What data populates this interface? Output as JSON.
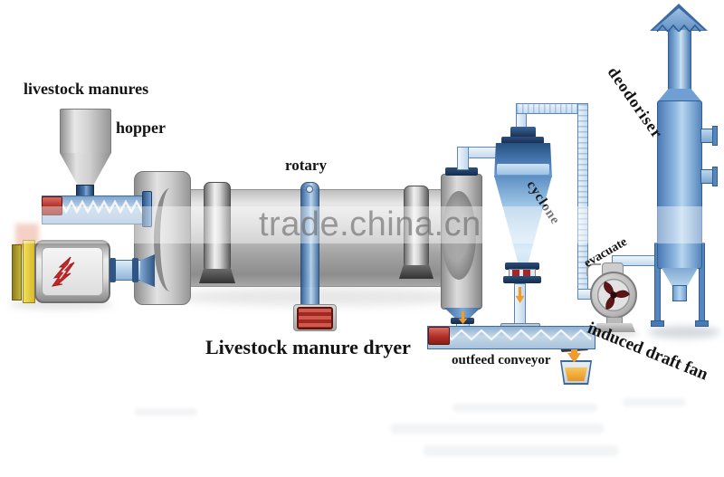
{
  "page": {
    "title": "Livestock manure dryer",
    "watermark": "trade.china.cn"
  },
  "labels": {
    "feed": "livestock manures",
    "hopper": "hopper",
    "rotary": "rotary",
    "cyclone": "cyclone",
    "deodoriser": "deodoriser",
    "evacuate": "evacuate",
    "induced_draft_fan": "induced draft fan",
    "outfeed_conveyor": "outfeed conveyor"
  },
  "colors": {
    "pipe_blue": "#4a7ab5",
    "tower_blue": "#7ba7d7",
    "metal_gray": "#b8b8b8",
    "accent_red": "#b02f28",
    "burner_yellow": "#e8cf3e",
    "material_orange": "#ef9c2e",
    "watermark_gray": "#6e6e6e",
    "label_black": "#141414"
  }
}
